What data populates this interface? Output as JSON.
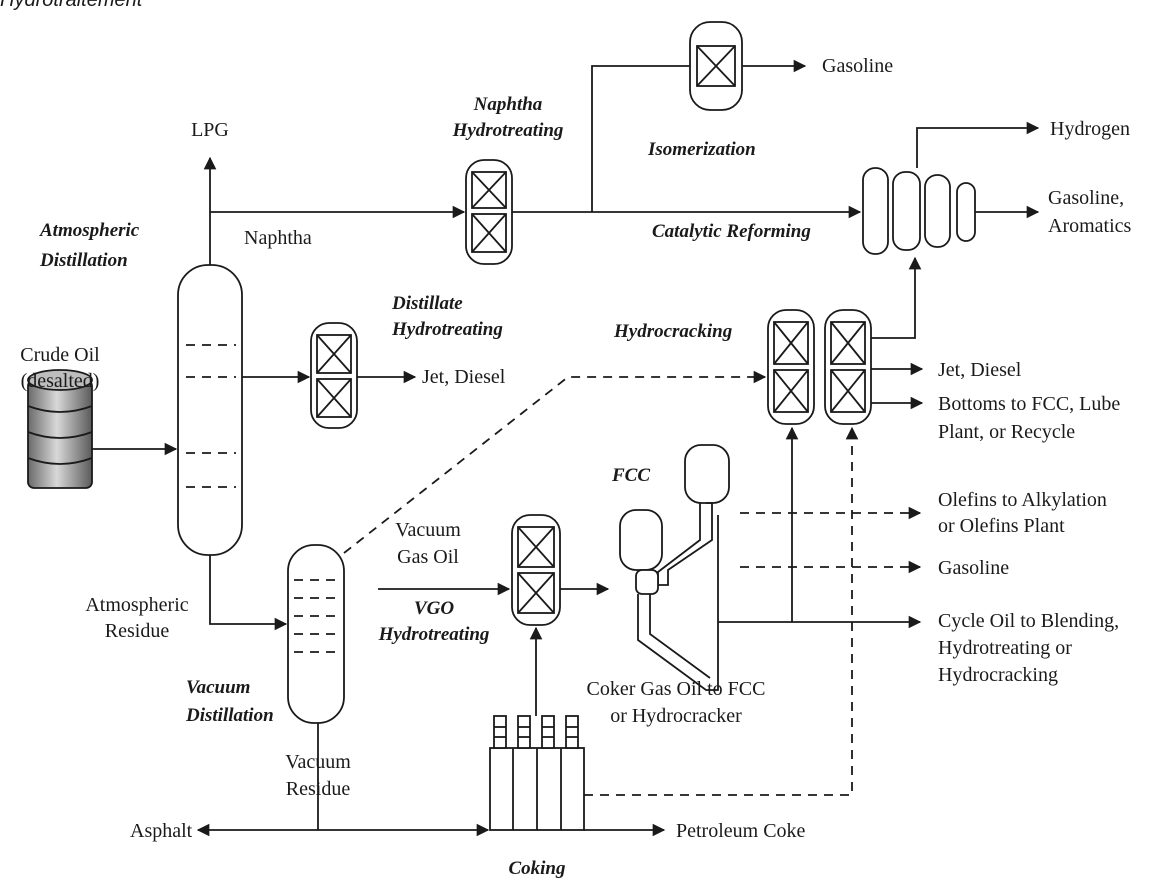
{
  "header_fragment": "Hydrotraitement",
  "units": {
    "atmospheric_distillation": [
      "Atmospheric",
      "Distillation"
    ],
    "naphtha_hydrotreating": [
      "Naphtha",
      "Hydrotreating"
    ],
    "isomerization": "Isomerization",
    "catalytic_reforming": "Catalytic Reforming",
    "distillate_hydrotreating": [
      "Distillate",
      "Hydrotreating"
    ],
    "hydrocracking": "Hydrocracking",
    "fcc": "FCC",
    "vgo_hydrotreating": [
      "VGO",
      "Hydrotreating"
    ],
    "vacuum_distillation": [
      "Vacuum",
      "Distillation"
    ],
    "coking": "Coking"
  },
  "streams": {
    "crude_oil": [
      "Crude Oil",
      "(desalted)"
    ],
    "lpg": "LPG",
    "naphtha": "Naphtha",
    "gasoline_isom": "Gasoline",
    "hydrogen": "Hydrogen",
    "gasoline_aromatics": [
      "Gasoline,",
      "Aromatics"
    ],
    "jet_diesel_dht": "Jet, Diesel",
    "jet_diesel_hc": "Jet, Diesel",
    "bottoms": [
      "Bottoms to FCC, Lube",
      "Plant, or Recycle"
    ],
    "olefins": [
      "Olefins to Alkylation",
      "or Olefins Plant"
    ],
    "gasoline_fcc": "Gasoline",
    "cycle_oil": [
      "Cycle Oil to Blending,",
      "Hydrotreating or",
      "Hydrocracking"
    ],
    "atmospheric_residue": [
      "Atmospheric",
      "Residue"
    ],
    "vacuum_gas_oil": [
      "Vacuum",
      "Gas Oil"
    ],
    "coker_gas_oil": [
      "Coker Gas Oil to FCC",
      "or Hydrocracker"
    ],
    "vacuum_residue": [
      "Vacuum",
      "Residue"
    ],
    "asphalt": "Asphalt",
    "petroleum_coke": "Petroleum Coke"
  },
  "colors": {
    "line": "#1a1a1a",
    "background": "#ffffff",
    "tank_fill": "#9a9a9a"
  }
}
